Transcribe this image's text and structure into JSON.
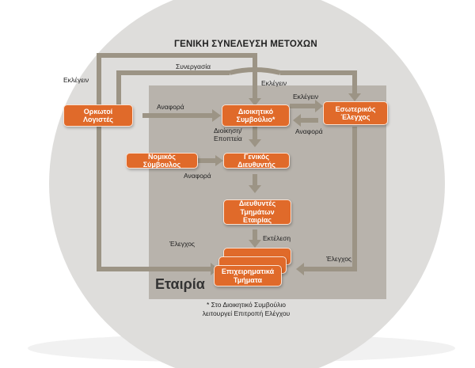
{
  "title": "ΓΕΝΙΚΗ ΣΥΝΕΛΕΥΣΗ ΜΕΤΟΧΩΝ",
  "company_label": "Εταιρία",
  "footnote": "* Στο Διοικητικό Συμβούλιο\nλειτουργεί Επιτροπή Ελέγχου",
  "colors": {
    "box_fill": "#e06a2a",
    "arrow": "#9c9485",
    "background_disc": "#dedddb",
    "company_panel": "#b8b3ac"
  },
  "nodes": {
    "auditors": "Ορκωτοί\nΛογιστές",
    "board": "Διοικητικό\nΣυμβούλιο*",
    "internal_audit": "Εσωτερικός\nΈλεγχος",
    "legal_advisor": "Νομικός Σύμβουλος",
    "general_manager": "Γενικός Διευθυντής",
    "department_directors": "Διευθυντές\nΤμημάτων Εταιρίας",
    "business_units": "Επιχειρηματικά\nΤμήματα"
  },
  "edge_labels": {
    "elect_left": "Εκλέγειν",
    "cooperation": "Συνεργασία",
    "elect_top": "Εκλέγειν",
    "elect_right": "Εκλέγειν",
    "report_auditors": "Αναφορά",
    "report_internal": "Αναφορά",
    "management": "Διοίκηση/\nΕποπτεία",
    "report_legal": "Αναφορά",
    "execution": "Εκτέλεση",
    "control_left": "Έλεγχος",
    "control_right": "Έλεγχος"
  }
}
